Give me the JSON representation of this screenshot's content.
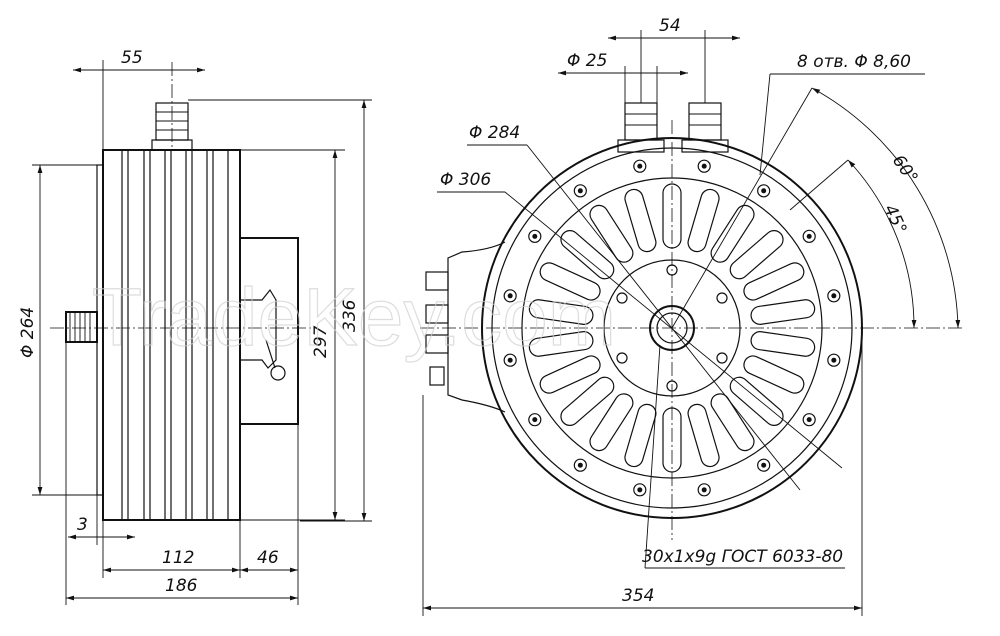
{
  "watermark": "TradeKey.com",
  "dimensions": {
    "d55": "55",
    "d264": "Φ 264",
    "d297": "297",
    "d336": "336",
    "d3": "3",
    "d112": "112",
    "d46": "46",
    "d186": "186",
    "d54": "54",
    "d25": "Φ 25",
    "holes": "8 отв. Φ 8,60",
    "d284": "Φ 284",
    "d306": "Φ 306",
    "a60": "60°",
    "a45": "45°",
    "spline": "30x1x9g ГОСТ 6033-80",
    "d354": "354"
  }
}
